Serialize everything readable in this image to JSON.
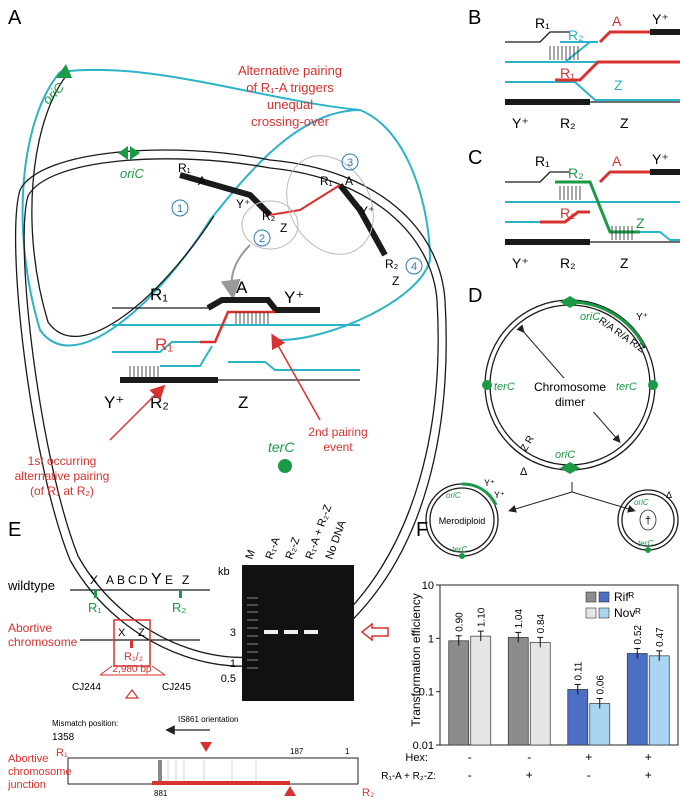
{
  "panels": {
    "a": "A",
    "b": "B",
    "c": "C",
    "d": "D",
    "e": "E",
    "f": "F"
  },
  "panel_a": {
    "annotation_top": [
      "Alternative pairing",
      "of R₁-A triggers",
      "unequal",
      "crossing-over"
    ],
    "oric_outer": "oriC",
    "oric_inner": "oriC",
    "terc": "terC",
    "num1": "1",
    "num2": "2",
    "num3": "3",
    "num4": "4",
    "r1": "R₁",
    "a": "A",
    "yplus": "Y⁺",
    "r2": "R₂",
    "z": "Z",
    "zoom_r1": "R₁",
    "zoom_a": "A",
    "zoom_yplus": "Y⁺",
    "zoom_r1_red": "R₁",
    "zoom_yplus_b": "Y⁺",
    "zoom_r2": "R₂",
    "zoom_z": "Z",
    "first_pairing": [
      "1st occurring",
      "alternative pairing",
      "(of R₁ at R₂)"
    ],
    "second_pairing": [
      "2nd pairing",
      "event"
    ]
  },
  "panel_b": {
    "r1": "R₁",
    "r2": "R₂",
    "a": "A",
    "yplus": "Y⁺",
    "r1_red": "R₁",
    "z": "Z",
    "yplus_b": "Y⁺",
    "r2_b": "R₂",
    "z_b": "Z"
  },
  "panel_c": {
    "r1": "R₁",
    "r2": "R₂",
    "a": "A",
    "yplus": "Y⁺",
    "r1_red": "R₁",
    "z": "Z",
    "yplus_b": "Y⁺",
    "r2_b": "R₂",
    "z_b": "Z"
  },
  "panel_d": {
    "oric_top": "oriC",
    "oric_bottom": "oriC",
    "terc_left": "terC",
    "terc_right": "terC",
    "dimer": [
      "Chromosome",
      "dimer"
    ],
    "labels_top": "R/A R/A R/Z",
    "yplus": "Y⁺",
    "zr": "Z  R",
    "delta": "Δ",
    "merodiploid": "Merodiploid",
    "small_oric_l": "oriC",
    "small_terc_l": "terC",
    "small_y1": "Y⁺",
    "small_y2": "Y⁺",
    "small_oric_r": "oriC",
    "small_terc_r": "terC",
    "small_delta": "Δ",
    "dagger": "†"
  },
  "panel_e": {
    "wildtype": "wildtype",
    "letters": [
      "X",
      "A",
      "B",
      "C",
      "D",
      "Y",
      "E",
      "Z"
    ],
    "r1": "R₁",
    "r2": "R₂",
    "abortive": [
      "Abortive",
      "chromosome"
    ],
    "x": "X",
    "z": "Z",
    "r12": "R₁/₂",
    "bp": "2,980 bp",
    "cj244": "CJ244",
    "cj245": "CJ245",
    "gel_lanes": [
      "M",
      "R₁-A",
      "R₂-Z",
      "R₁-A + R₂-Z",
      "No DNA"
    ],
    "kb": "kb",
    "kb_ticks": [
      "3",
      "1",
      "0.5"
    ],
    "mismatch": "Mismatch position:",
    "pos1358": "1358",
    "pos187": "187",
    "pos1": "1",
    "pos881": "881",
    "is861": "IS861 orientation",
    "junction": [
      "Abortive",
      "chromosome",
      "junction"
    ],
    "jr1": "R₁",
    "jr2": "R₂"
  },
  "chart_data": {
    "type": "bar",
    "ylabel": "Transformation efficiency",
    "yscale": "log",
    "ylim": [
      0.01,
      10
    ],
    "yticks": [
      "10",
      "1",
      "0.1",
      "0.01"
    ],
    "legend": [
      "Rifᴿ",
      "Novᴿ"
    ],
    "legend_placement": "top-right",
    "groups": [
      {
        "rif": 0.9,
        "nov": 1.1,
        "rif_label": "0.90",
        "nov_label": "1.10",
        "hex": "-",
        "r1r2": "-"
      },
      {
        "rif": 1.04,
        "nov": 0.84,
        "rif_label": "1.04",
        "nov_label": "0.84",
        "hex": "-",
        "r1r2": "+"
      },
      {
        "rif": 0.11,
        "nov": 0.06,
        "rif_label": "0.11",
        "nov_label": "0.06",
        "hex": "+",
        "r1r2": "-"
      },
      {
        "rif": 0.52,
        "nov": 0.47,
        "rif_label": "0.52",
        "nov_label": "0.47",
        "hex": "+",
        "r1r2": "+"
      }
    ],
    "row_labels": [
      "Hex:",
      "R₁-A + R₂-Z:"
    ],
    "colors": {
      "rif_neg": "#8c8c8c",
      "nov_neg": "#e6e6e6",
      "rif_pos": "#4a6fc4",
      "nov_pos": "#a9d4f2"
    }
  }
}
